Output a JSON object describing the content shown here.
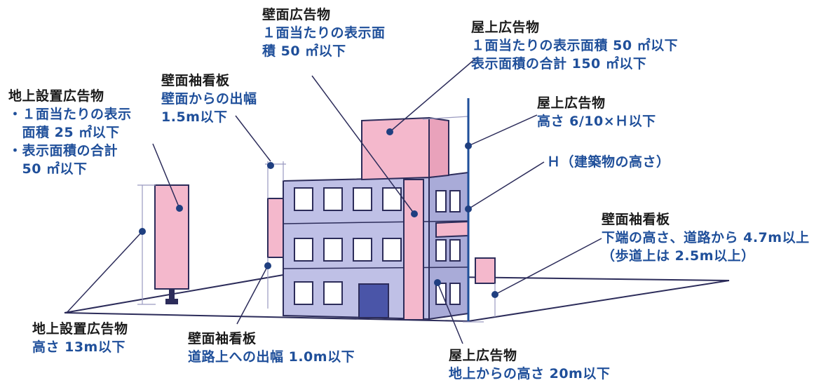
{
  "labels": {
    "ground_sign_area": {
      "title": "地上設置広告物",
      "lines": [
        "・１面当たりの表示",
        "　面積 25 ㎡以下",
        "・表示面積の合計",
        "　50 ㎡以下"
      ]
    },
    "wall_projecting_width": {
      "title": "壁面袖看板",
      "lines": [
        "壁面からの出幅",
        "1.5m以下"
      ]
    },
    "wall_ad": {
      "title": "壁面広告物",
      "lines": [
        "１面当たりの表示面",
        "積 50 ㎡以下"
      ]
    },
    "rooftop_area": {
      "title": "屋上広告物",
      "lines": [
        "１面当たりの表示面積 50 ㎡以下",
        "表示面積の合計 150 ㎡以下"
      ]
    },
    "rooftop_height_ratio": {
      "title": "屋上広告物",
      "lines": [
        "高さ 6/10×Ｈ以下"
      ]
    },
    "building_height": {
      "title": "",
      "lines": [
        "Ｈ（建築物の高さ）"
      ]
    },
    "wall_projecting_clearance": {
      "title": "壁面袖看板",
      "lines": [
        "下端の高さ、道路から 4.7m以上",
        "（歩道上は 2.5m以上）"
      ]
    },
    "ground_sign_height": {
      "title": "地上設置広告物",
      "lines": [
        "高さ 13m以下"
      ]
    },
    "wall_projecting_road": {
      "title": "壁面袖看板",
      "lines": [
        "道路上への出幅 1.0m以下"
      ]
    },
    "rooftop_ground_height": {
      "title": "屋上広告物",
      "lines": [
        "地上からの高さ 20m以下"
      ]
    }
  },
  "colors": {
    "building": "#bfc0e6",
    "building_side": "#a9abd8",
    "sign": "#f4b8cc",
    "outline": "#2c2c5a",
    "window": "#ffffff",
    "door": "#4a55a8",
    "annotation": "#1f4f9a",
    "dim_line": "#9a9ac0"
  }
}
